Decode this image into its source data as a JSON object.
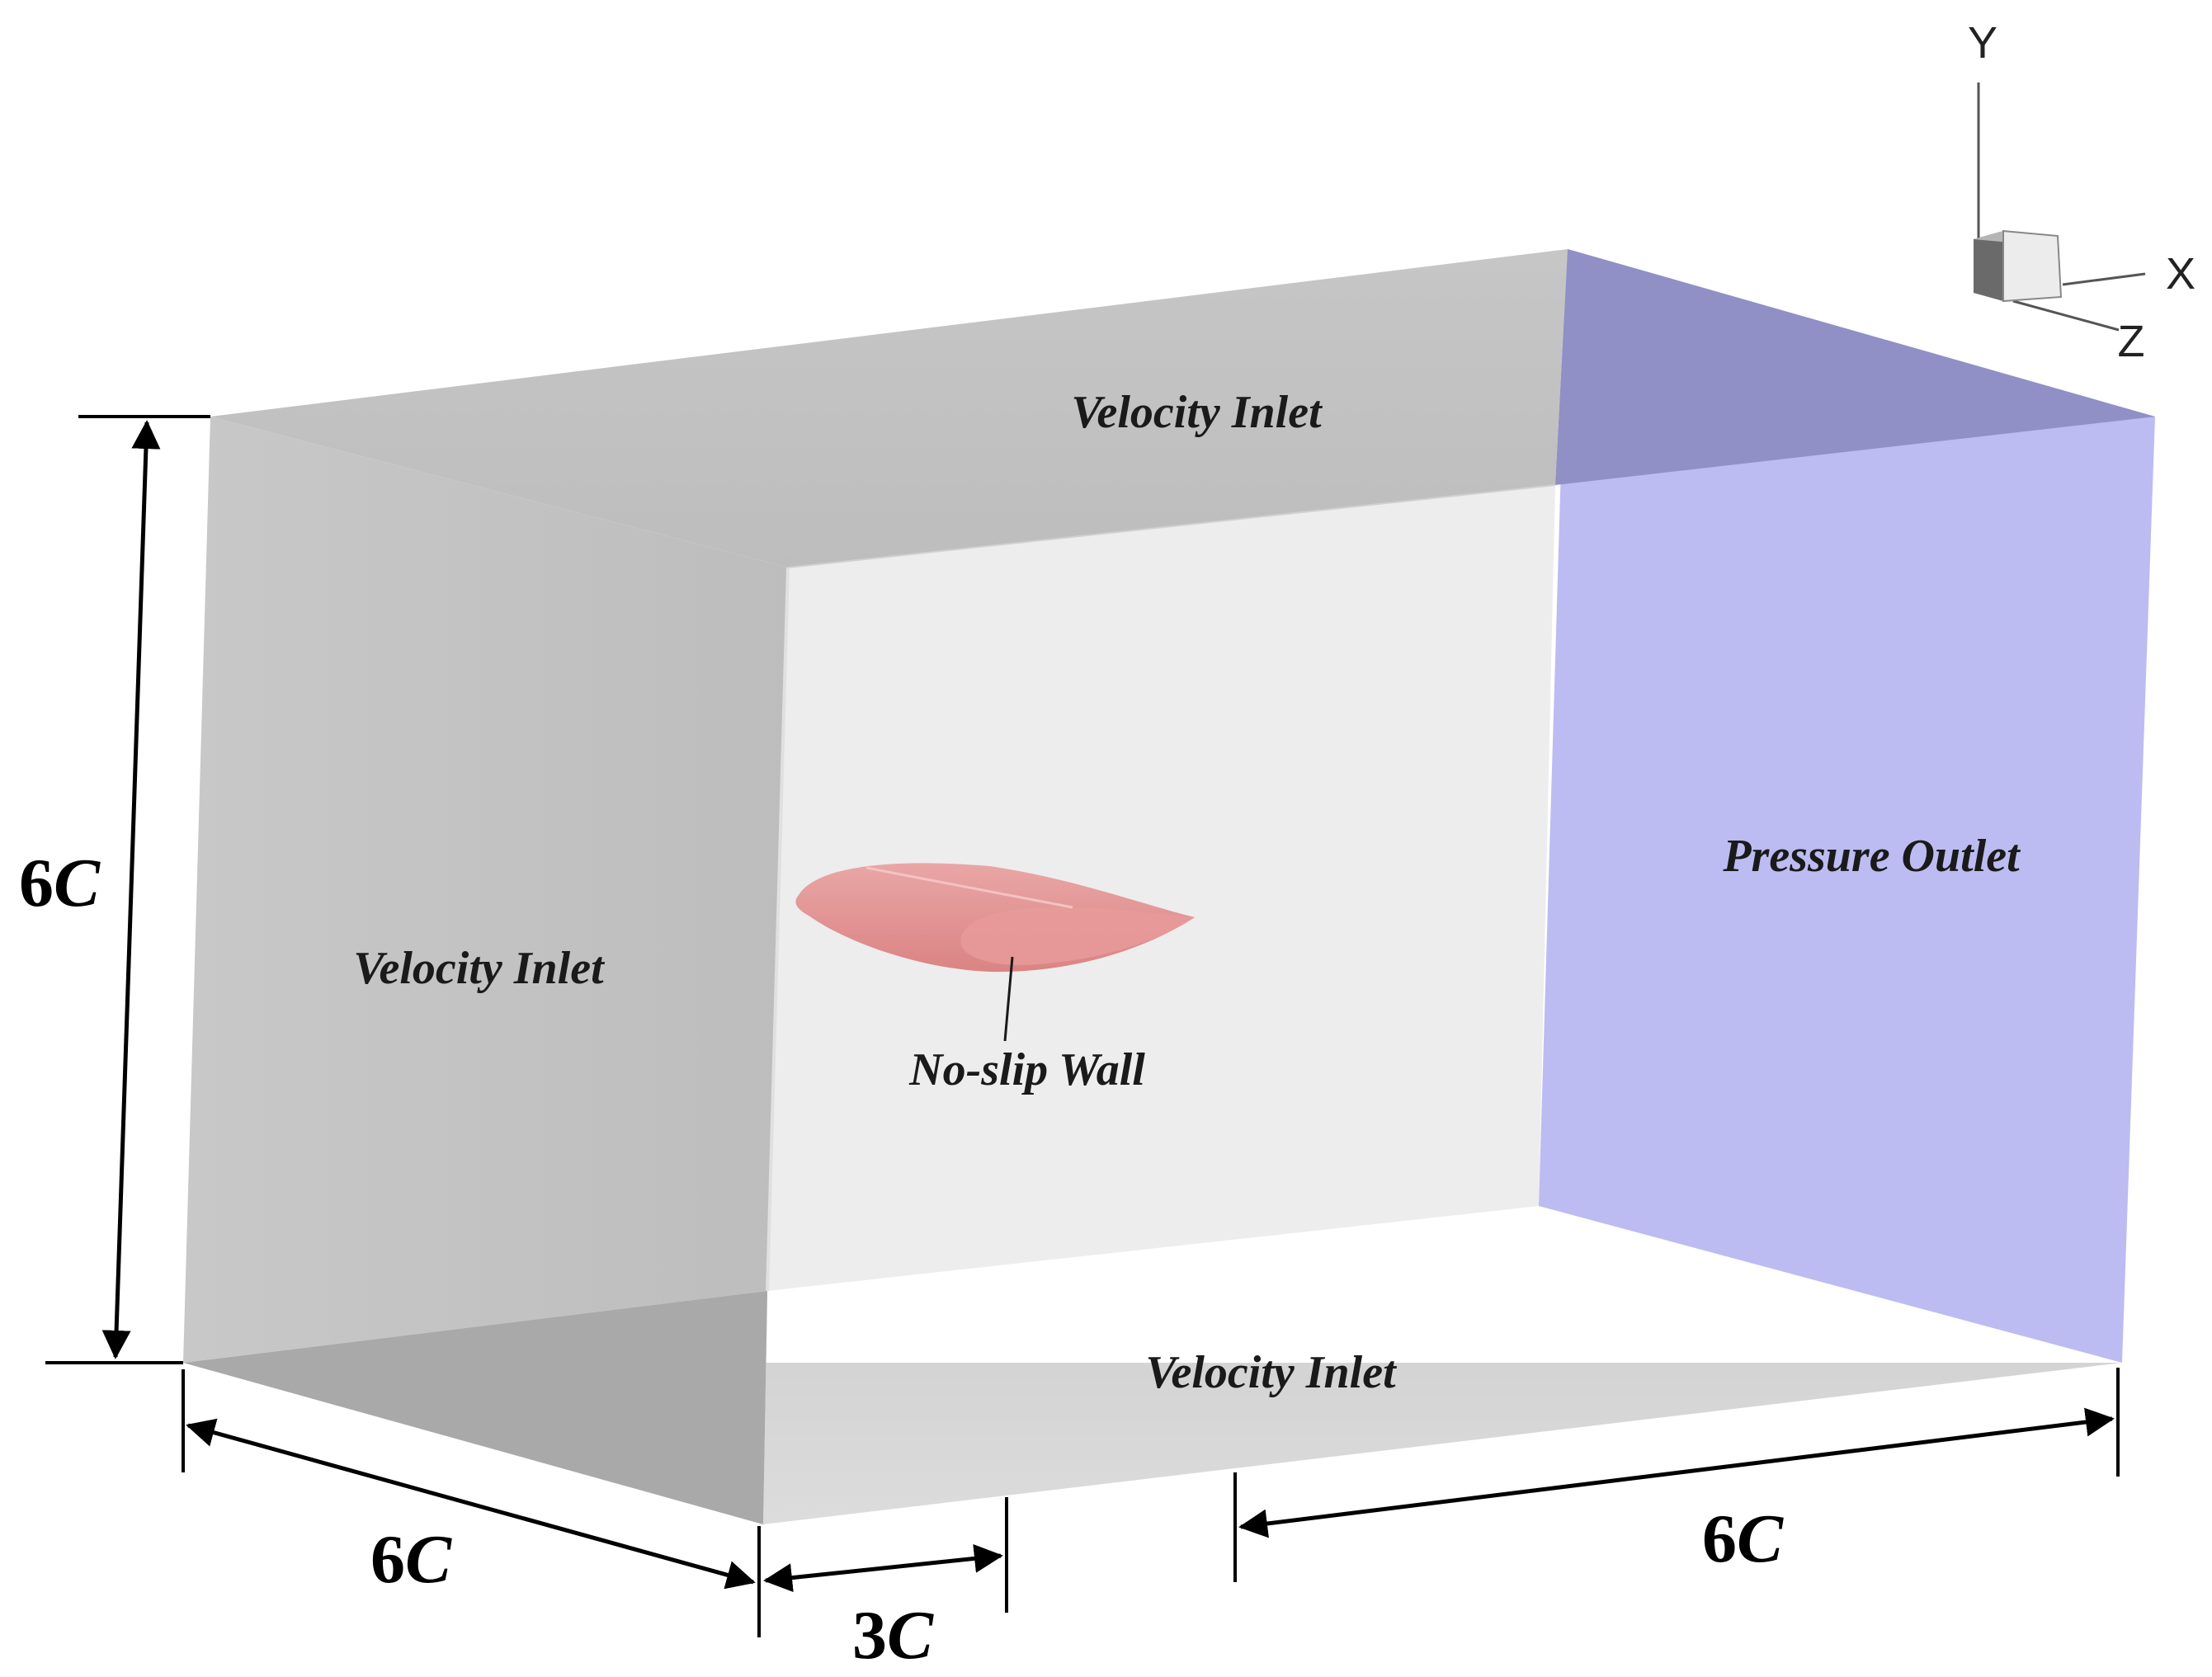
{
  "boundaries": {
    "top_inlet": "Velocity Inlet",
    "side_inlet": "Velocity Inlet",
    "bottom_inlet": "Velocity Inlet",
    "outlet": "Pressure Outlet",
    "wall": "No-slip Wall"
  },
  "dimensions": {
    "height": {
      "num": "6",
      "unit": "C"
    },
    "depth": {
      "num": "6",
      "unit": "C"
    },
    "upstream": {
      "num": "3",
      "unit": "C"
    },
    "downstream": {
      "num": "6",
      "unit": "C"
    }
  },
  "axes": {
    "y": "Y",
    "x": "X",
    "z": "Z"
  },
  "colors": {
    "outlet": "#bcbcf2",
    "side_face": "#c2c2c2",
    "back_face": "#ededed",
    "top_face": "#c0c0c0",
    "bottom_face": "#d4d4d4",
    "airfoil": "#e48a8a"
  }
}
